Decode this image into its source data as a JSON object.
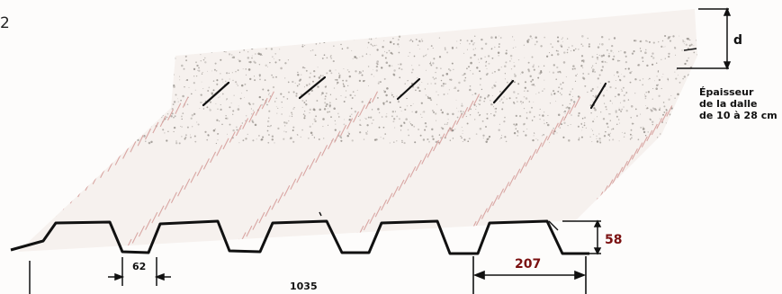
{
  "figure": {
    "number": "2"
  },
  "slab": {
    "thickness_symbol": "d",
    "caption_lines": [
      "Épaisseur",
      "de la dalle",
      "de 10 à 28 cm"
    ]
  },
  "deck": {
    "rib_height": "58",
    "rib_pitch": "207",
    "rib_bottom_width": "62",
    "overall_width": "1035"
  },
  "colors": {
    "outline": "#111111",
    "concrete_speckle": "#8f8a84",
    "rib_hatch": "#d49a97",
    "dimension_red": "#7a1010"
  }
}
